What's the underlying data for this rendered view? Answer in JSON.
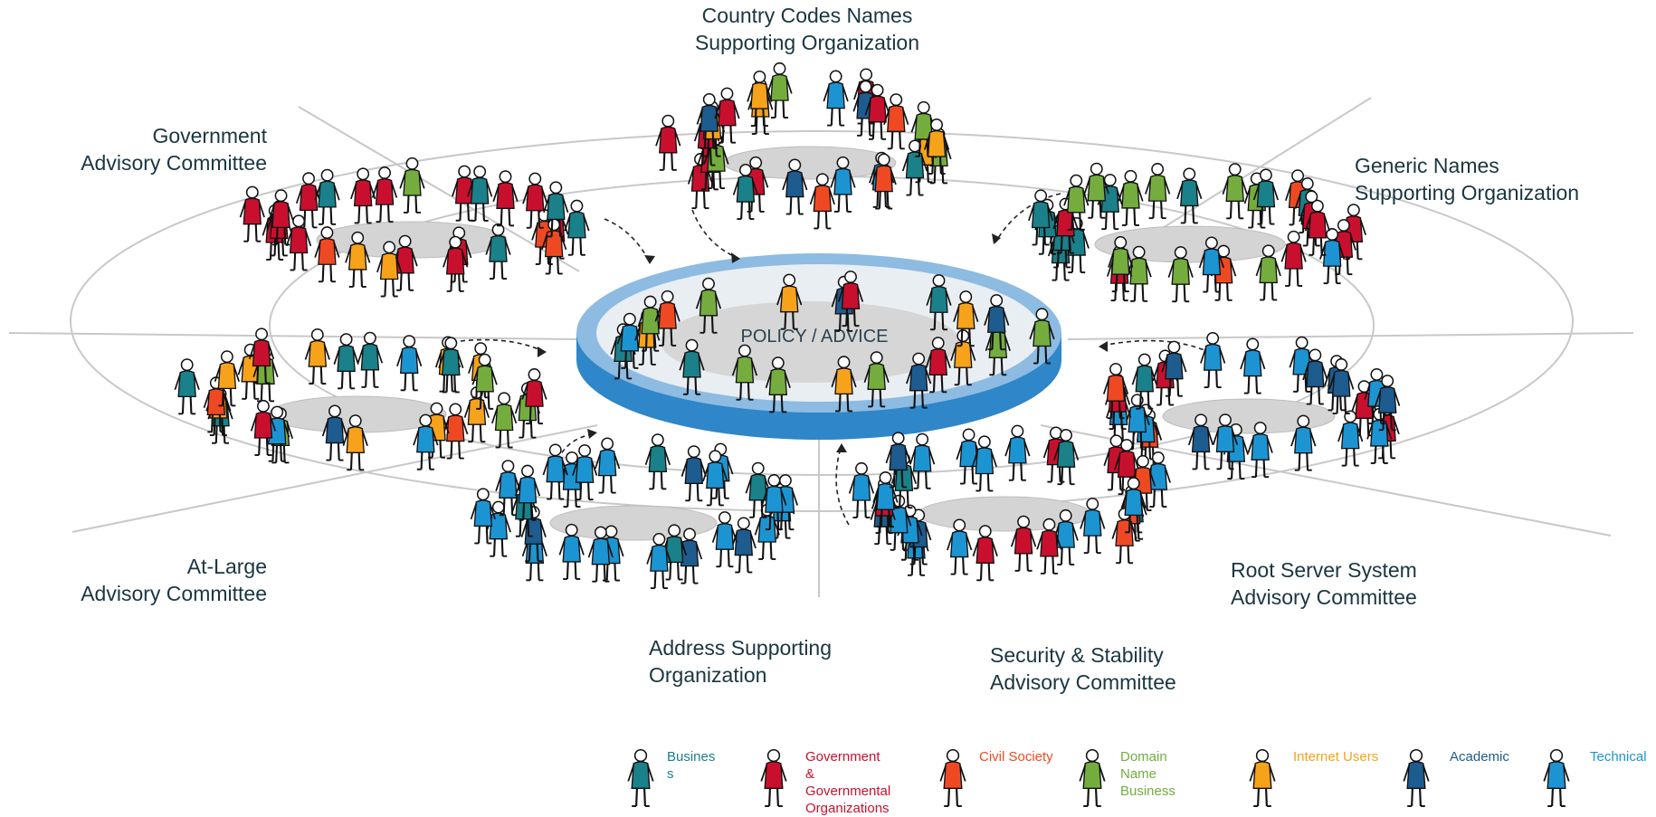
{
  "center_label": "POLICY / ADVICE",
  "groups": [
    {
      "id": "gac",
      "label": "Government\nAdvisory Committee"
    },
    {
      "id": "ccnso",
      "label": "Country Codes Names\nSupporting Organization"
    },
    {
      "id": "gnso",
      "label": "Generic Names\nSupporting Organization"
    },
    {
      "id": "alac",
      "label": "At-Large\nAdvisory Committee"
    },
    {
      "id": "rssac",
      "label": "Root Server System\nAdvisory Committee"
    },
    {
      "id": "aso",
      "label": "Address Supporting\nOrganization"
    },
    {
      "id": "ssac",
      "label": "Security & Stability\nAdvisory Committee"
    }
  ],
  "legend": [
    {
      "label": "Busines\ns",
      "color": "#1a8089",
      "icon": "business-figure-icon"
    },
    {
      "label": "Government\n&\nGovernmental\nOrganizations",
      "color": "#c8102e",
      "icon": "government-figure-icon"
    },
    {
      "label": "Civil Society",
      "color": "#ef4923",
      "icon": "civil-society-figure-icon"
    },
    {
      "label": "Domain\nName\nBusiness",
      "color": "#74ad3e",
      "icon": "domain-name-business-figure-icon"
    },
    {
      "label": "Internet Users",
      "color": "#f7a21b",
      "icon": "internet-user-figure-icon"
    },
    {
      "label": "Academic",
      "color": "#1e5b8f",
      "icon": "academic-figure-icon"
    },
    {
      "label": "Technical",
      "color": "#1d94d2",
      "icon": "technical-figure-icon"
    }
  ]
}
